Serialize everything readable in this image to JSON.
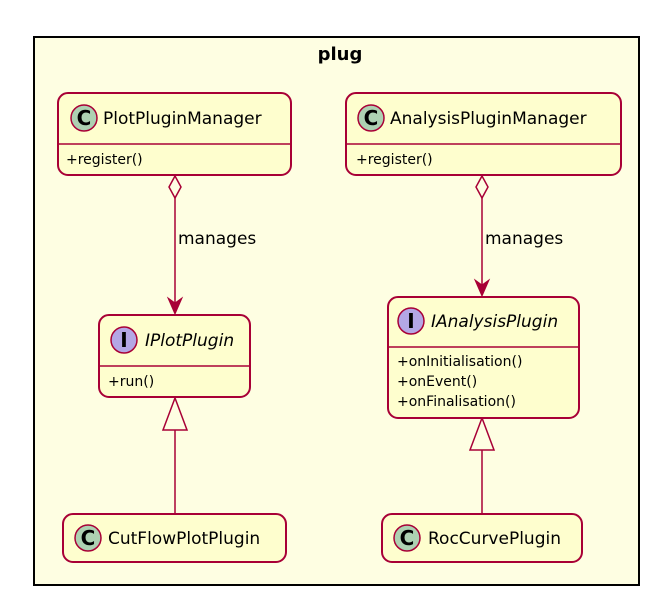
{
  "package": {
    "name": "plug"
  },
  "classes": {
    "plot_manager": {
      "stereotype_letter": "C",
      "name": "PlotPluginManager",
      "methods": [
        "+register()"
      ]
    },
    "analysis_manager": {
      "stereotype_letter": "C",
      "name": "AnalysisPluginManager",
      "methods": [
        "+register()"
      ]
    },
    "iplot_plugin": {
      "stereotype_letter": "I",
      "name": "IPlotPlugin",
      "methods": [
        "+run()"
      ]
    },
    "ianalysis_plugin": {
      "stereotype_letter": "I",
      "name": "IAnalysisPlugin",
      "methods": [
        "+onInitialisation()",
        "+onEvent()",
        "+onFinalisation()"
      ]
    },
    "cutflow_plugin": {
      "stereotype_letter": "C",
      "name": "CutFlowPlotPlugin",
      "methods": []
    },
    "roccurve_plugin": {
      "stereotype_letter": "C",
      "name": "RocCurvePlugin",
      "methods": []
    }
  },
  "relations": {
    "plot_manages": {
      "label": "manages",
      "type": "aggregation"
    },
    "analysis_manages": {
      "label": "manages",
      "type": "aggregation"
    },
    "cutflow_realizes": {
      "type": "generalization"
    },
    "roccurve_realizes": {
      "type": "generalization"
    }
  },
  "colors": {
    "package_fill": "#FEFEE2",
    "class_fill": "#FEFECE",
    "border": "#A80036",
    "class_circle": "#ADD1B2",
    "interface_circle": "#B4A7E5",
    "package_border": "#000000"
  }
}
